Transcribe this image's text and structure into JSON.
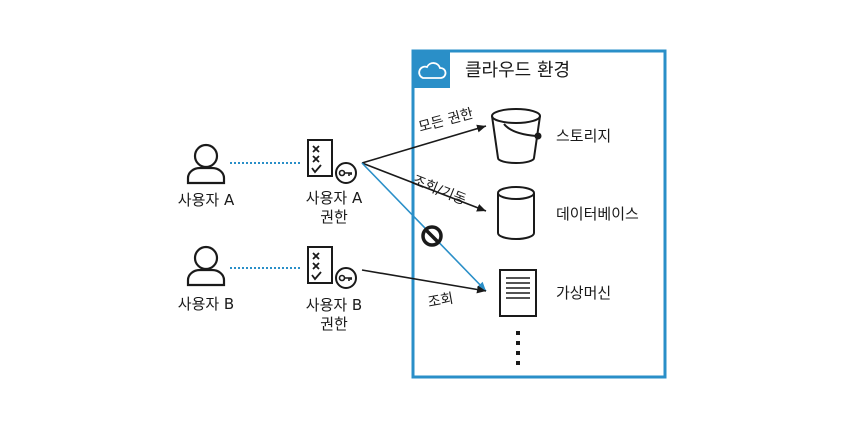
{
  "cloud": {
    "title": "클라우드 환경"
  },
  "users": [
    {
      "label": "사용자 A",
      "policy_line1": "사용자 A",
      "policy_line2": "권한"
    },
    {
      "label": "사용자 B",
      "policy_line1": "사용자 B",
      "policy_line2": "권한"
    }
  ],
  "resources": {
    "storage": "스토리지",
    "database": "데이터베이스",
    "vm": "가상머신"
  },
  "edges": {
    "all_access": "모든 권한",
    "read_start": "조회/기동",
    "read": "조회"
  },
  "colors": {
    "cloud_border": "#2a8fc8",
    "dotted_link": "#2a8fc8",
    "line": "#1a1a1a"
  }
}
